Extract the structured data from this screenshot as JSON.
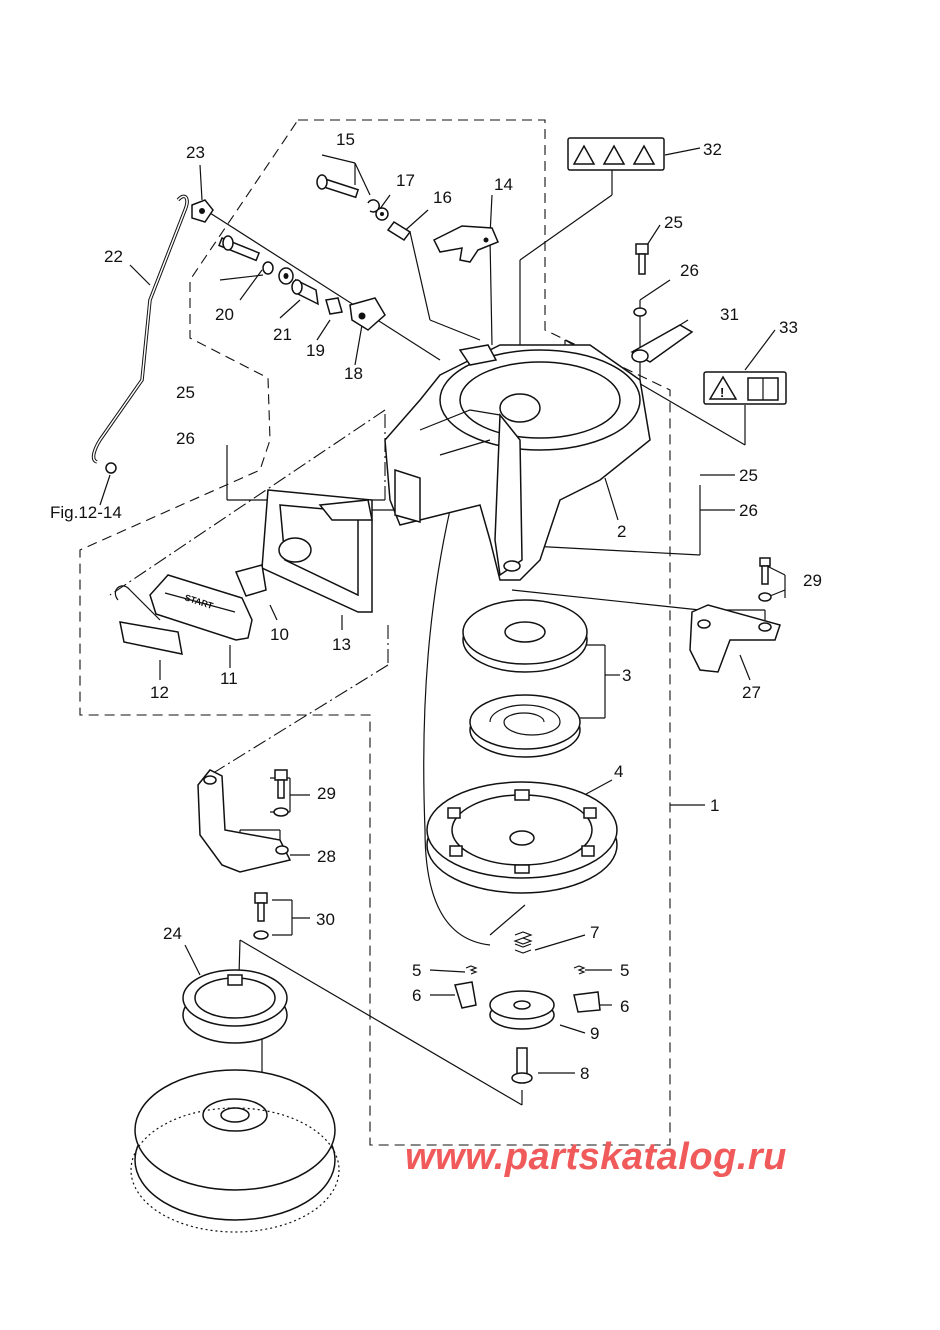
{
  "callouts": {
    "c1": "1",
    "c2": "2",
    "c3": "3",
    "c4": "4",
    "c5a": "5",
    "c5b": "5",
    "c6a": "6",
    "c6b": "6",
    "c7": "7",
    "c8": "8",
    "c9": "9",
    "c10": "10",
    "c11": "11",
    "c12": "12",
    "c13": "13",
    "c14": "14",
    "c15": "15",
    "c16": "16",
    "c17": "17",
    "c18": "18",
    "c19": "19",
    "c20": "20",
    "c21": "21",
    "c22": "22",
    "c23": "23",
    "c24": "24",
    "c25a": "25",
    "c25b": "25",
    "c26a": "26",
    "c26b": "26",
    "c26c": "26",
    "c27": "27",
    "c28": "28",
    "c29a": "29",
    "c29b": "29",
    "c30": "30",
    "c31": "31",
    "c32": "32",
    "c33": "33"
  },
  "labels": {
    "fig_ref": "Fig.12-14",
    "handle_text": "START"
  },
  "watermark": "www.partskatalog.ru"
}
